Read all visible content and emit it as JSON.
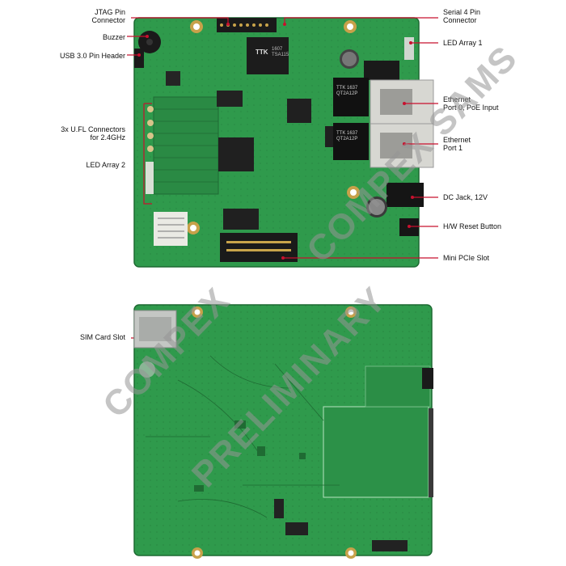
{
  "labels": {
    "jtag": "JTAG Pin\nConnector",
    "buzzer": "Buzzer",
    "usb3": "USB 3.0 Pin Header",
    "ufl": "3x U.FL Connectors\nfor 2.4GHz",
    "led2": "LED Array 2",
    "serial4": "Serial 4 Pin\nConnector",
    "led1": "LED Array 1",
    "eth0": "Ethernet\nPort 0, PoE Input",
    "eth1": "Ethernet\nPort 1",
    "dcjack": "DC Jack, 12V",
    "reset": "H/W Reset Button",
    "pcie": "Mini PCIe Slot",
    "sim": "SIM Card Slot"
  },
  "watermark": {
    "left": "COMPEX",
    "right": "PRELIMINARY",
    "mid": "COMPEX  SAMS"
  },
  "chips": {
    "transformer": "TTK",
    "tr_sub": "1607\nTSA115",
    "eth_chip_top": "TTK 1637\nQT2A12P",
    "eth_chip_bot": "TTK 1637\nQT2A12P"
  },
  "colors": {
    "pcb": "#2f9a4c",
    "pcb_dark": "#237a3a",
    "callout": "#c8102e"
  }
}
